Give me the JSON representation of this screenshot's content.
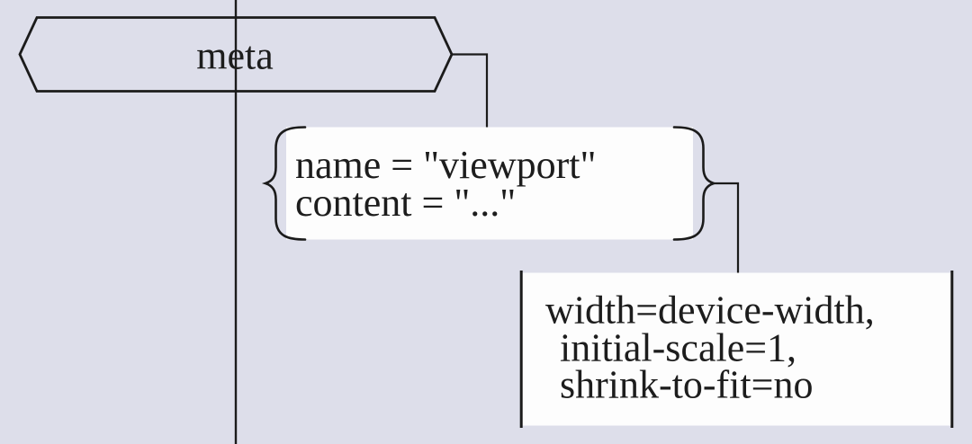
{
  "diagram": {
    "type": "syntax-tree",
    "colors": {
      "background": "#dddeea",
      "node_fill": "#ecedeb",
      "box_fill": "#fdfdfd",
      "line": "#1b1b1b",
      "text": "#1d1d1d"
    },
    "node": {
      "label": "meta",
      "shape": "hexagon"
    },
    "attributes": {
      "lines": [
        "name = \"viewport\"",
        "content = \"...\""
      ]
    },
    "content_value": {
      "lines": [
        "width=device-width,",
        "initial-scale=1,",
        "shrink-to-fit=no"
      ]
    }
  }
}
